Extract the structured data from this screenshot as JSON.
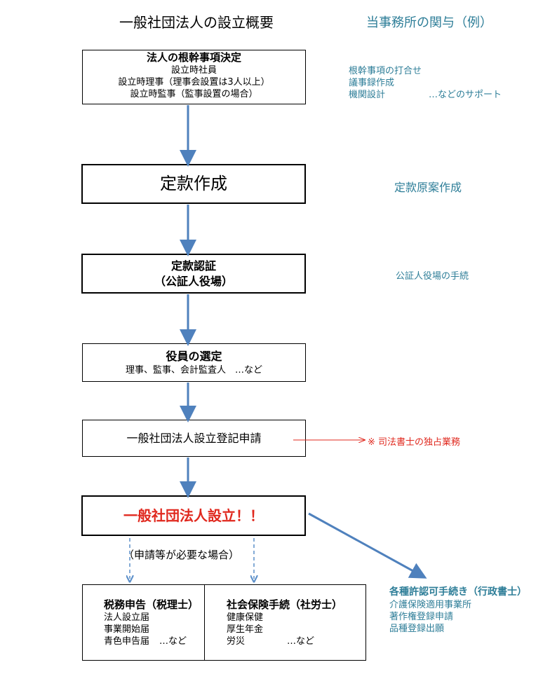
{
  "header": {
    "title": "一般社団法人の設立概要",
    "right_title": "当事務所の関与（例）"
  },
  "colors": {
    "teal": "#2e7e98",
    "red": "#e0281e",
    "arrow_blue": "#4f81bd",
    "dashed_blue": "#5b8fc9"
  },
  "steps": {
    "s1": {
      "title": "法人の根幹事項決定",
      "lines": [
        "設立時社員",
        "設立時理事（理事会設置は3人以上）",
        "設立時監事（監事設置の場合）"
      ]
    },
    "s2": {
      "title": "定款作成"
    },
    "s3": {
      "title": "定款認証",
      "subtitle": "（公証人役場）"
    },
    "s4": {
      "title": "役員の選定",
      "detail": "理事、監事、会計監査人　…など"
    },
    "s5": {
      "title": "一般社団法人設立登記申請"
    },
    "s6": {
      "title": "一般社団法人設立！！"
    }
  },
  "notes": {
    "n1": {
      "lines": [
        "根幹事項の打合せ",
        "議事録作成",
        "機関設計"
      ],
      "suffix": "…などのサポート"
    },
    "n2": "定款原案作成",
    "n3": "公証人役場の手続",
    "n5": "※ 司法書士の独占業務"
  },
  "conditional_label": "（申請等が必要な場合）",
  "tax": {
    "title": "税務申告（税理士）",
    "items": [
      "法人設立届",
      "事業開始届",
      "青色申告届"
    ],
    "suffix": "…など"
  },
  "social": {
    "title": "社会保険手続（社労士）",
    "items": [
      "健康保健",
      "厚生年金",
      "労災"
    ],
    "suffix": "…など"
  },
  "permits": {
    "title": "各種許認可手続き（行政書士）",
    "items": [
      "介護保険適用事業所",
      "著作権登録申請",
      "品種登録出願"
    ]
  }
}
